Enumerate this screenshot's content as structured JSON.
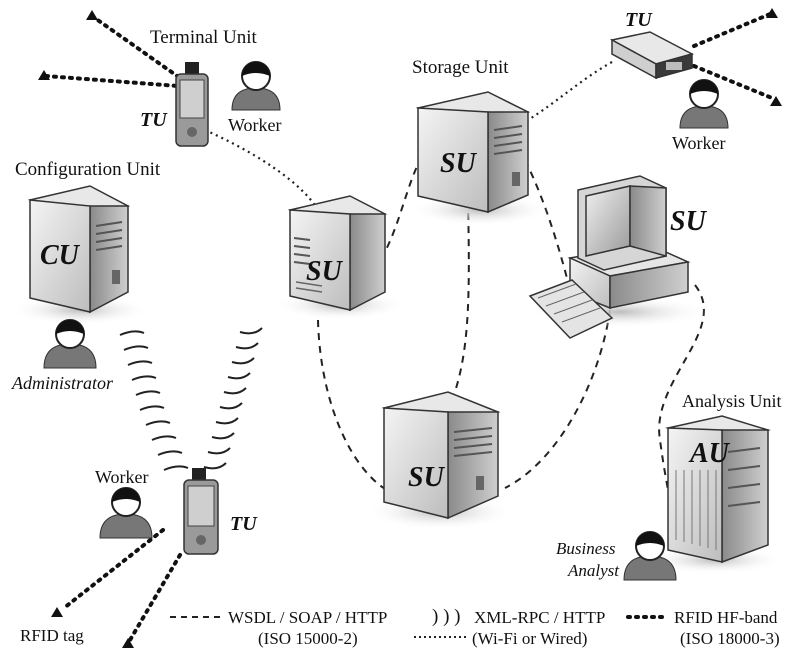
{
  "labels": {
    "terminal_unit": "Terminal Unit",
    "storage_unit": "Storage Unit",
    "configuration_unit": "Configuration Unit",
    "analysis_unit": "Analysis Unit",
    "tu_top_left": "TU",
    "tu_top_right": "TU",
    "tu_bottom": "TU",
    "su_top": "SU",
    "su_left": "SU",
    "su_computer": "SU",
    "su_bottom": "SU",
    "cu": "CU",
    "au": "AU",
    "worker_top_left": "Worker",
    "worker_top_right": "Worker",
    "worker_bottom": "Worker",
    "administrator": "Administrator",
    "business_analyst_1": "Business",
    "business_analyst_2": "Analyst",
    "rfid_tag": "RFID tag"
  },
  "legend": {
    "wsdl_line1": "WSDL / SOAP / HTTP",
    "wsdl_line2": "(ISO 15000-2)",
    "xmlrpc_symbol": ") ) )",
    "xmlrpc_line1": "XML-RPC / HTTP",
    "xmlrpc_line2": "(Wi-Fi or Wired)",
    "rfid_line1": "RFID HF-band",
    "rfid_line2": "(ISO 18000-3)"
  }
}
